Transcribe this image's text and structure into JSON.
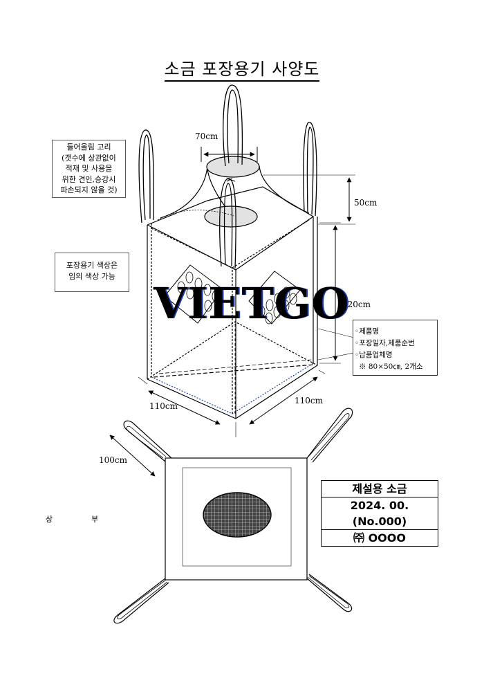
{
  "title": "소금 포장용기 사양도",
  "notes": {
    "lifting_loop": [
      "들어올림 고리",
      "(갯수에 상관없이",
      "적재 및 사용을",
      "위한 견인,승강시",
      "파손되지 않을 것)"
    ],
    "color": [
      "포장용기 색상은",
      "임의 색상 가능"
    ]
  },
  "dimensions": {
    "spout_width": "70cm",
    "top_height": "50cm",
    "body_height": "120cm",
    "base_left": "110cm",
    "base_right": "110cm",
    "loop_length": "100cm"
  },
  "info_box": [
    "◦제품명",
    "◦포장일자,제품순번",
    "◦납품업체명",
    "※  80×50㎝, 2개소"
  ],
  "watermark": "VIETGO",
  "label": {
    "line1": "제설용 소금",
    "line2": "2024. 00.",
    "line3": "(No.000)",
    "line4": "㈜ OOOO"
  },
  "top_view_label": [
    "상",
    "부"
  ],
  "colors": {
    "line": "#000000",
    "guide": "#1d3fae",
    "spout_fill": "#dcdcdc"
  }
}
